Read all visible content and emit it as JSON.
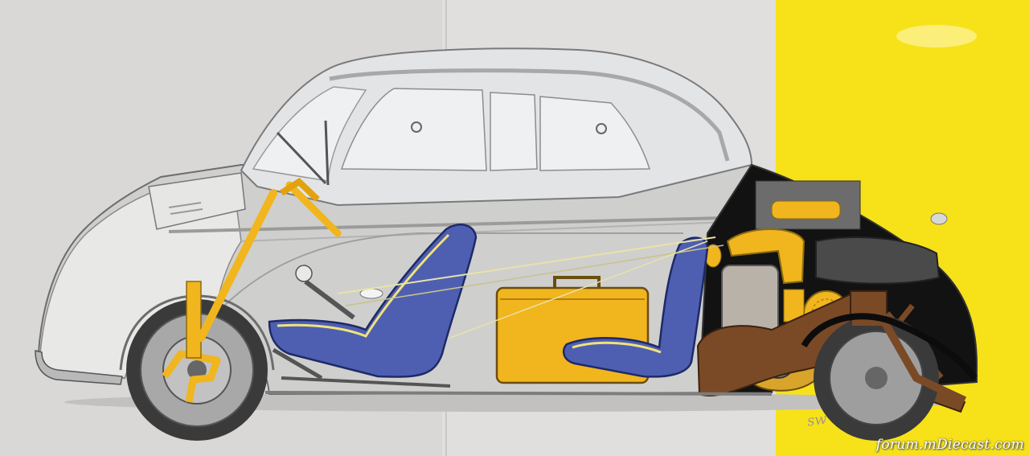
{
  "illustration": {
    "subject": "microcar-cutaway-illustration",
    "signature_text": "sw",
    "watermark_text": "forum.mDiecast.com"
  },
  "colors": {
    "paper_grey": "#d9d8d6",
    "accent_yellow": "#f7e21a",
    "seat_blue": "#4e5fb2",
    "parts_orange": "#f1b51e",
    "engine_brown": "#7a4a26",
    "body_light_grey": "#cfcfce",
    "canopy_grey": "#e3e4e6",
    "engine_bay_black": "#121212",
    "tire_dark": "#3a3a3a"
  }
}
